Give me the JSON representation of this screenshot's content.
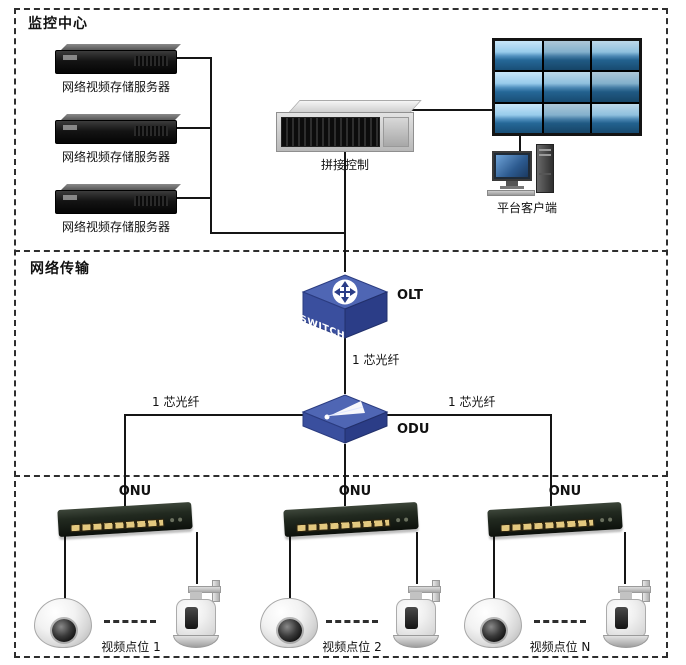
{
  "colors": {
    "device_blue": "#3a4f9e",
    "line": "#151515",
    "frame_dash": "#2e2e2e"
  },
  "monitoring_center": {
    "label": "监控中心",
    "storage_servers": [
      {
        "label": "网络视频存储服务器"
      },
      {
        "label": "网络视频存储服务器"
      },
      {
        "label": "网络视频存储服务器"
      }
    ],
    "splice_control_label": "拼接控制",
    "platform_client_label": "平台客户端"
  },
  "network_transport": {
    "label": "网络传输",
    "olt": {
      "device_text": "SWITCH",
      "label": "OLT"
    },
    "odu": {
      "label": "ODU"
    },
    "fiber_center_label": "1 芯光纤",
    "fiber_left_label": "1 芯光纤",
    "fiber_right_label": "1 芯光纤"
  },
  "access_layer": {
    "groups": [
      {
        "onu_label": "ONU",
        "point_label": "视频点位 1"
      },
      {
        "onu_label": "ONU",
        "point_label": "视频点位 2"
      },
      {
        "onu_label": "ONU",
        "point_label": "视频点位 N"
      }
    ]
  }
}
